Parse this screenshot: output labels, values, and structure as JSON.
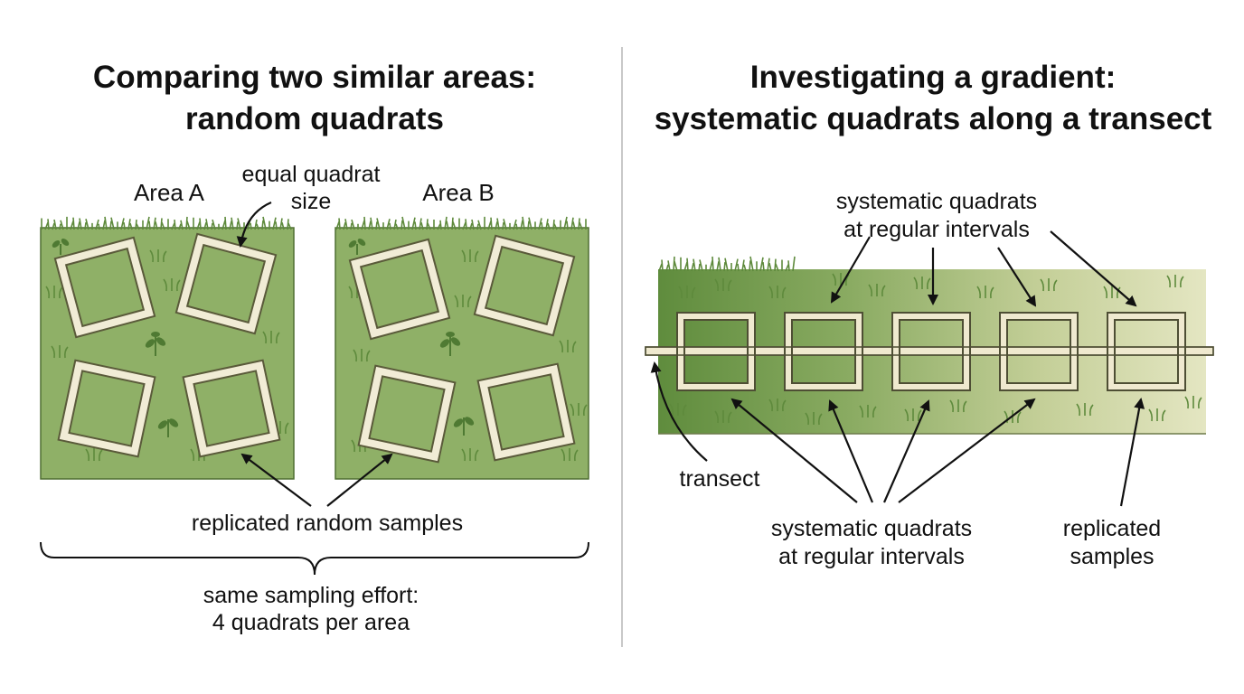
{
  "left_panel": {
    "title_line1": "Comparing two similar areas:",
    "title_line2": "random quadrats",
    "area_a_label": "Area A",
    "area_b_label": "Area B",
    "quadrat_size_line1": "equal quadrat",
    "quadrat_size_line2": "size",
    "replicated_label": "replicated random samples",
    "effort_line1": "same sampling effort:",
    "effort_line2": "4 quadrats per area"
  },
  "right_panel": {
    "title_line1": "Investigating a gradient:",
    "title_line2": "systematic quadrats along a transect",
    "top_label_line1": "systematic quadrats",
    "top_label_line2": "at regular intervals",
    "transect_label": "transect",
    "bottom_label_line1": "systematic quadrats",
    "bottom_label_line2": "at regular intervals",
    "replicated_line1": "replicated",
    "replicated_line2": "samples"
  },
  "colors": {
    "grass_green": "#8fb067",
    "grass_dark": "#5e8a3c",
    "quadrat_frame": "#f1ecd6",
    "quadrat_outline": "#5a5a3a",
    "gradient_end": "#e4e6c2",
    "divider": "#c8c8c8"
  }
}
